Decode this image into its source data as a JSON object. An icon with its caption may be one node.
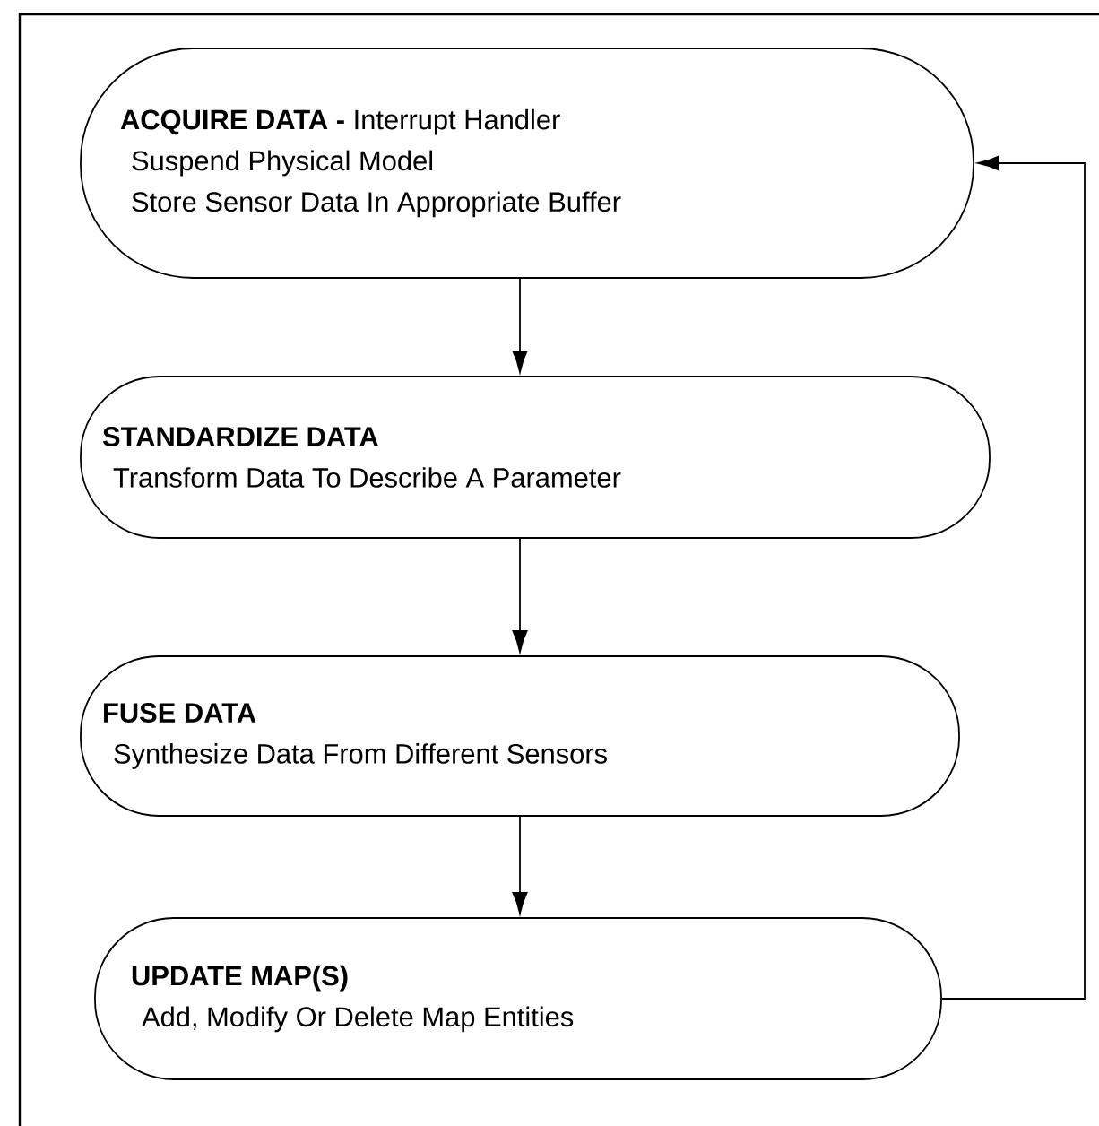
{
  "diagram": {
    "nodes": [
      {
        "text": [
          "**ACQUIRE DATA -** Interrupt Handler",
          "Suspend Physical Model",
          "Store Sensor Data In Appropriate Buffer"
        ]
      },
      {
        "text": [
          "STANDARDIZE DATA",
          "Transform Data To Describe A Parameter"
        ]
      },
      {
        "text": [
          "FUSE DATA",
          "Synthesize Data From Different Sensors"
        ]
      },
      {
        "text": [
          "UPDATE MAP(S)",
          "Add, Modify Or Delete Map Entities"
        ]
      }
    ],
    "edges": [
      {
        "from": 0,
        "to": 1,
        "arrow": "to"
      },
      {
        "from": 1,
        "to": 2,
        "arrow": "to"
      },
      {
        "from": 2,
        "to": 3,
        "arrow": "to"
      },
      {
        "from": 3,
        "to": 0,
        "arrow": "to"
      }
    ]
  }
}
